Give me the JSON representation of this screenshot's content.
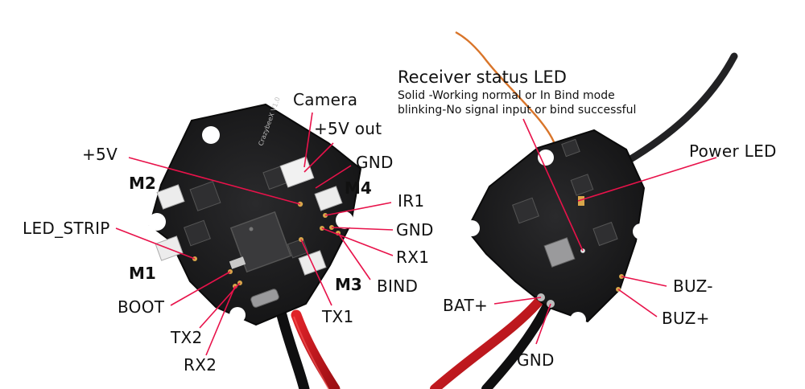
{
  "colors": {
    "leader_line": "#e8124a",
    "board": "#1b1b1d",
    "wire_red": "#c7151b",
    "wire_black": "#111111",
    "antenna": "#d9752a"
  },
  "left_board": {
    "labels": {
      "camera": "Camera",
      "v5_out": "+5V out",
      "gnd_top": "GND",
      "plus5v": "+5V",
      "m2": "M2",
      "m4": "M4",
      "ir1": "IR1",
      "gnd_mid": "GND",
      "led_strip": "LED_STRIP",
      "rx1": "RX1",
      "m1": "M1",
      "m3": "M3",
      "bind": "BIND",
      "boot": "BOOT",
      "tx1": "TX1",
      "tx2": "TX2",
      "rx2": "RX2"
    },
    "silkscreen": "CrazybeeX V1.0"
  },
  "right_board": {
    "labels": {
      "receiver_led_title": "Receiver status LED",
      "receiver_led_solid": "Solid -Working normal or In Bind mode",
      "receiver_led_blink": "blinking-No signal input or bind successful",
      "power_led": "Power LED",
      "buz_minus": "BUZ-",
      "buz_plus": "BUZ+",
      "bat_plus": "BAT+",
      "gnd_bottom": "GND"
    }
  }
}
